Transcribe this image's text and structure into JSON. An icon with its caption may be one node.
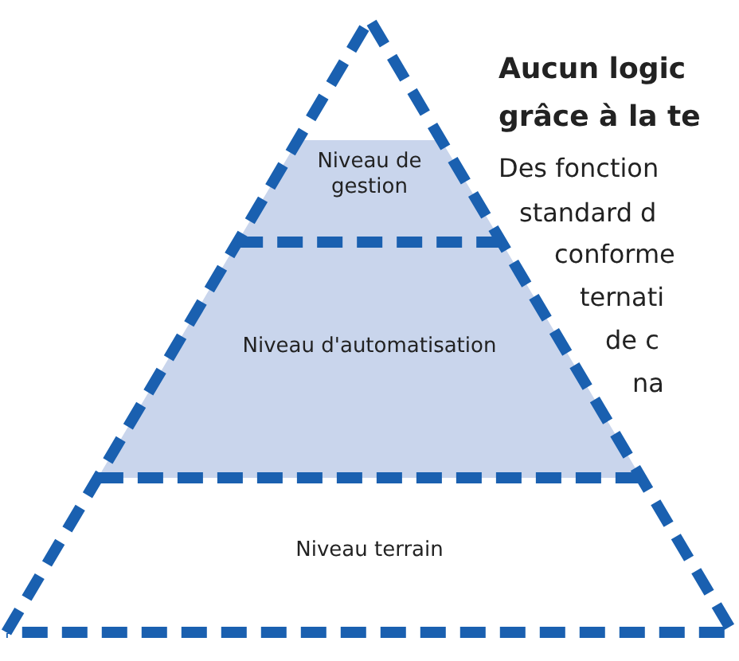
{
  "diagram": {
    "nodes": [
      {
        "text": [
          "Niveau de gestion"
        ]
      },
      {
        "text": [
          "Niveau d'automatisation"
        ]
      },
      {
        "text": [
          "Niveau terrain"
        ]
      }
    ],
    "labels": [
      "Aucun logic",
      "grâce à la te",
      "Des fonction",
      "standard d",
      "conforme",
      "ternati",
      "de c",
      "na"
    ]
  }
}
